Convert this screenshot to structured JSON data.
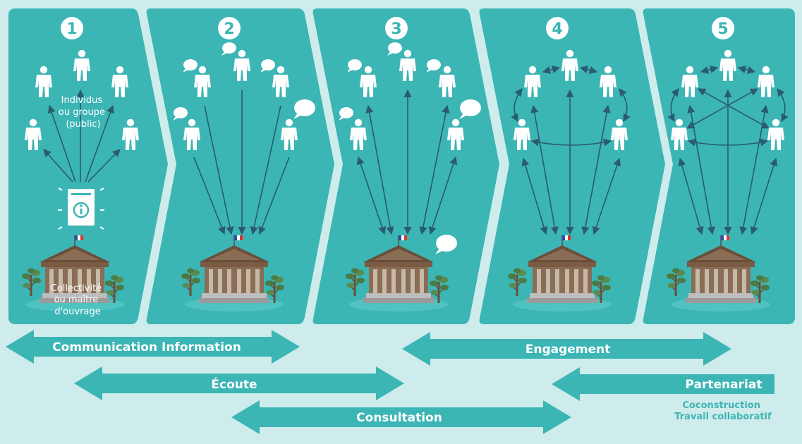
{
  "stages": [
    {
      "number": "1",
      "label_public": [
        "Individus",
        "ou groupe",
        "(public)"
      ],
      "label_authority": [
        "Collectivité",
        "ou maître",
        "d'ouvrage"
      ]
    },
    {
      "number": "2"
    },
    {
      "number": "3"
    },
    {
      "number": "4"
    },
    {
      "number": "5"
    }
  ],
  "arrows": {
    "communication": "Communication Information",
    "ecoute": "Écoute",
    "consultation": "Consultation",
    "engagement": "Engagement",
    "partenariat": "Partenariat",
    "partenariat_sub": [
      "Coconstruction",
      "Travail collaboratif"
    ]
  },
  "colors": {
    "panel": "#3cb5b5",
    "background": "#cdeceb",
    "arrow_line": "#2a5b6e",
    "building": "#8a6d55",
    "roof": "#6b4e3a",
    "flag_blue": "#2b4ea2",
    "flag_red": "#e0322f"
  },
  "icons": [
    "person-icon",
    "speech-bubble-icon",
    "info-document-icon",
    "town-hall-icon",
    "tree-icon",
    "french-flag-icon"
  ]
}
